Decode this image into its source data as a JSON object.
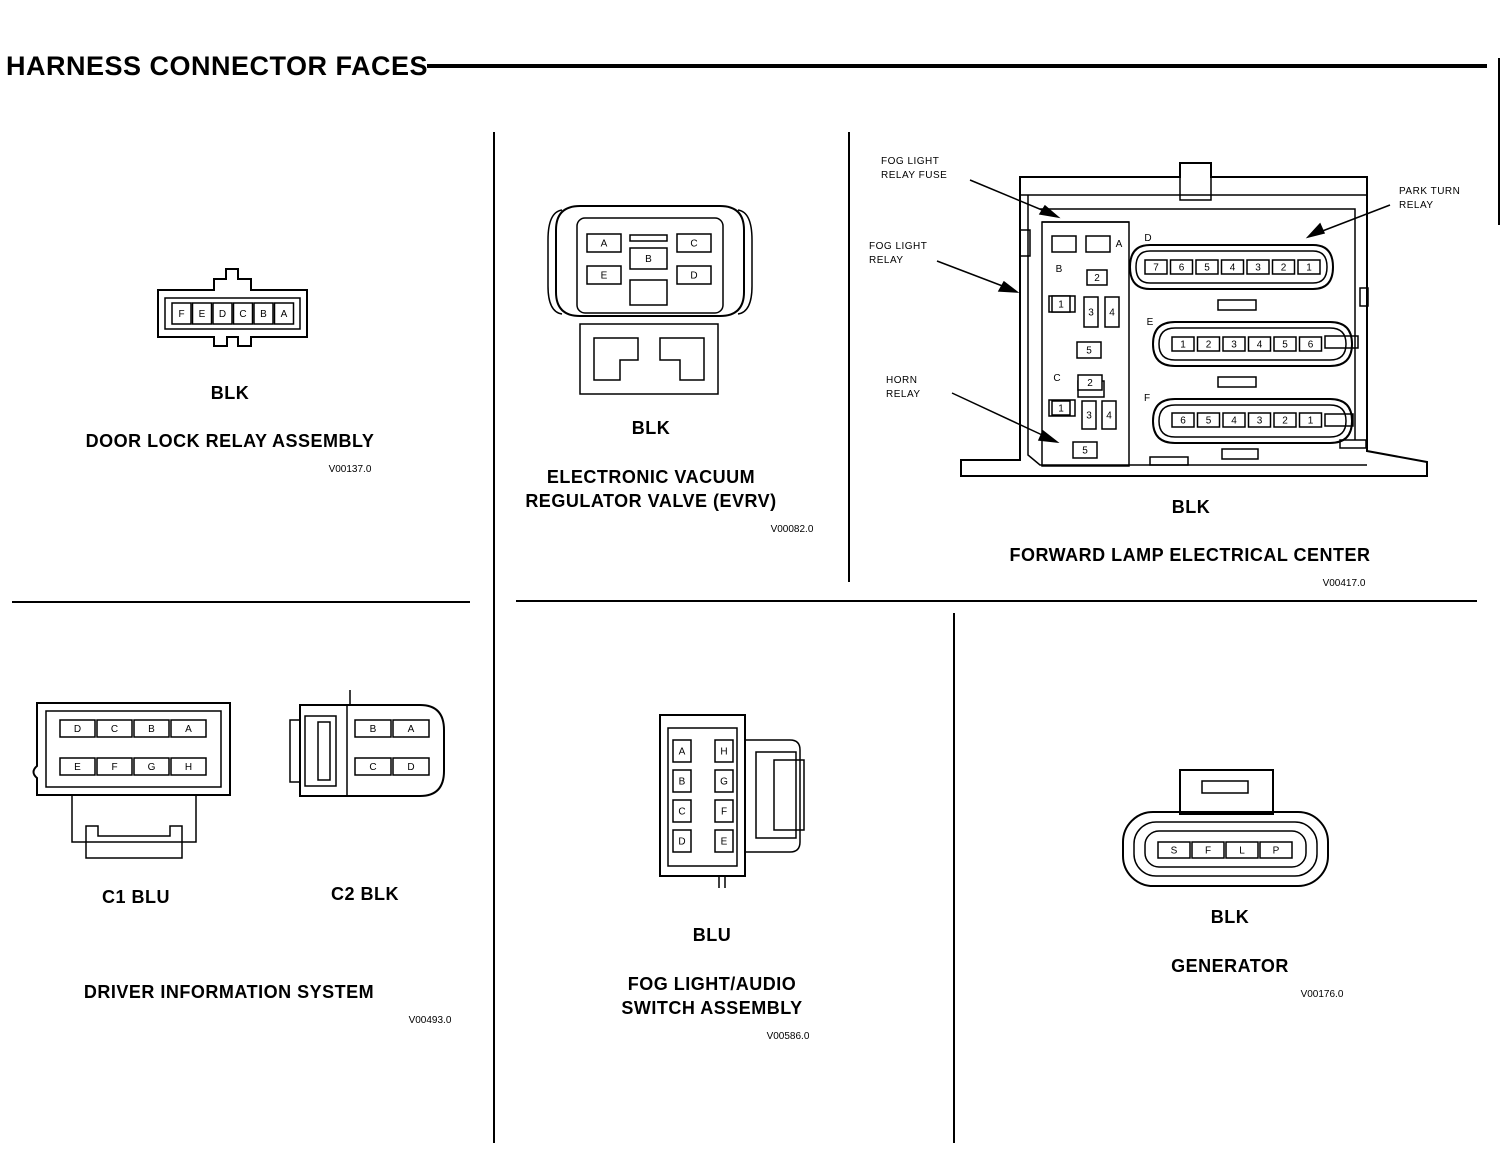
{
  "page_title": "HARNESS CONNECTOR FACES",
  "connectors": {
    "door_lock": {
      "color": "BLK",
      "name": "DOOR LOCK RELAY ASSEMBLY",
      "ref": "V00137.0",
      "pins": [
        "F",
        "E",
        "D",
        "C",
        "B",
        "A"
      ]
    },
    "evrv": {
      "color": "BLK",
      "name_line1": "ELECTRONIC VACUUM",
      "name_line2": "REGULATOR VALVE (EVRV)",
      "ref": "V00082.0",
      "pins": [
        "A",
        "C",
        "B",
        "E",
        "D"
      ]
    },
    "forward_lamp": {
      "color": "BLK",
      "name": "FORWARD LAMP ELECTRICAL CENTER",
      "ref": "V00417.0",
      "callouts": {
        "fog_fuse_1": "FOG LIGHT",
        "fog_fuse_2": "RELAY FUSE",
        "fog_relay_1": "FOG LIGHT",
        "fog_relay_2": "RELAY",
        "horn_1": "HORN",
        "horn_2": "RELAY",
        "park_1": "PARK TURN",
        "park_2": "RELAY"
      },
      "cavity_letters": [
        "A",
        "B",
        "C",
        "D",
        "E",
        "F"
      ],
      "relay_a_pins": [
        "2",
        "1",
        "3",
        "4",
        "5"
      ],
      "relay_c_pins": [
        "2",
        "1",
        "3",
        "4",
        "5"
      ],
      "row_d": [
        "7",
        "6",
        "5",
        "4",
        "3",
        "2",
        "1"
      ],
      "row_e": [
        "1",
        "2",
        "3",
        "4",
        "5",
        "6"
      ],
      "row_f": [
        "6",
        "5",
        "4",
        "3",
        "2",
        "1"
      ]
    },
    "driver_info": {
      "c1_label": "C1   BLU",
      "c2_label": "C2   BLK",
      "name": "DRIVER INFORMATION SYSTEM",
      "ref": "V00493.0",
      "c1_top": [
        "D",
        "C",
        "B",
        "A"
      ],
      "c1_bottom": [
        "E",
        "F",
        "G",
        "H"
      ],
      "c2_top": [
        "B",
        "A"
      ],
      "c2_bottom": [
        "C",
        "D"
      ]
    },
    "fog_audio": {
      "color": "BLU",
      "name_line1": "FOG LIGHT/AUDIO",
      "name_line2": "SWITCH ASSEMBLY",
      "ref": "V00586.0",
      "left_pins": [
        "A",
        "B",
        "C",
        "D"
      ],
      "right_pins": [
        "H",
        "G",
        "F",
        "E"
      ]
    },
    "generator": {
      "color": "BLK",
      "name": "GENERATOR",
      "ref": "V00176.0",
      "pins": [
        "S",
        "F",
        "L",
        "P"
      ]
    }
  }
}
